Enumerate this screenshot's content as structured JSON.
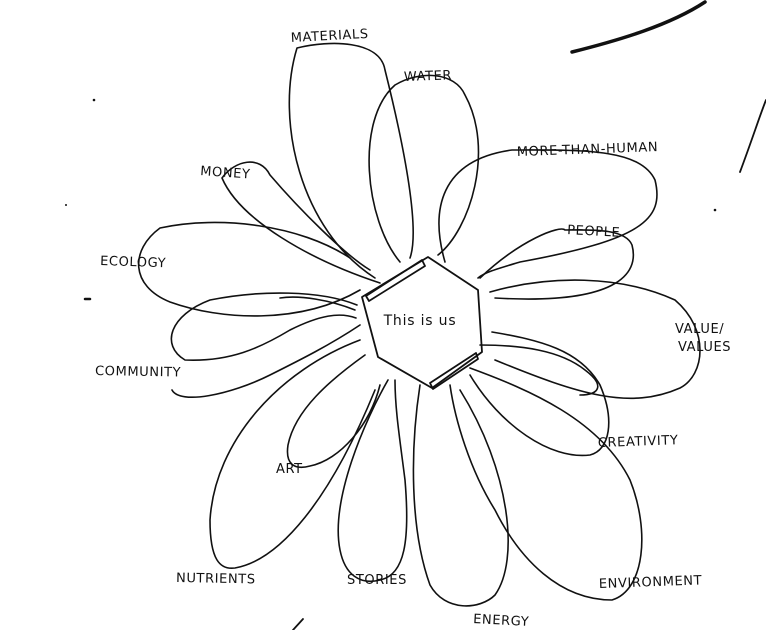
{
  "diagram": {
    "center_label": "This is us",
    "petals": [
      {
        "id": "materials",
        "label": "Materials"
      },
      {
        "id": "water",
        "label": "Water"
      },
      {
        "id": "more-than-human",
        "label": "More-than-human"
      },
      {
        "id": "money",
        "label": "Money"
      },
      {
        "id": "people",
        "label": "People"
      },
      {
        "id": "ecology",
        "label": "Ecology"
      },
      {
        "id": "value-line1",
        "label": "Value/"
      },
      {
        "id": "value-line2",
        "label": "Values"
      },
      {
        "id": "community",
        "label": "Community"
      },
      {
        "id": "creativity",
        "label": "Creativity"
      },
      {
        "id": "art",
        "label": "Art"
      },
      {
        "id": "nutrients",
        "label": "Nutrients"
      },
      {
        "id": "stories",
        "label": "Stories"
      },
      {
        "id": "environment",
        "label": "Environment"
      },
      {
        "id": "energy",
        "label": "Energy"
      }
    ]
  },
  "colors": {
    "ink": "#111111",
    "paper": "#ffffff"
  }
}
